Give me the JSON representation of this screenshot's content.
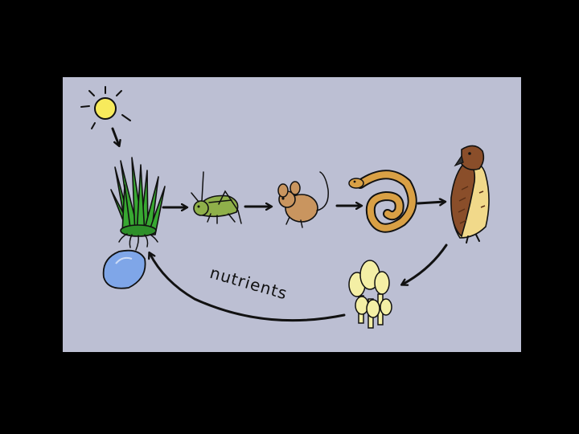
{
  "diagram": {
    "label_nutrients": "nutrients",
    "organisms": [
      {
        "id": "sun",
        "icon": "sun-icon"
      },
      {
        "id": "grass",
        "icon": "grass-icon"
      },
      {
        "id": "grasshopper",
        "icon": "grasshopper-icon"
      },
      {
        "id": "mouse",
        "icon": "mouse-icon"
      },
      {
        "id": "snake",
        "icon": "snake-icon"
      },
      {
        "id": "hawk",
        "icon": "hawk-icon"
      },
      {
        "id": "mushrooms",
        "icon": "mushroom-icon"
      },
      {
        "id": "water",
        "icon": "water-drop-icon"
      }
    ],
    "colors": {
      "background": "#000000",
      "panel": "#bcbfd3",
      "sun": "#f7ea5c",
      "grass": "#38a832",
      "grasshopper": "#8fb04a",
      "mouse": "#c9955f",
      "snake": "#d9a045",
      "hawk": "#8a4e2a",
      "mushroom": "#f4efa5",
      "water": "#7fa6e8",
      "ink": "#111111"
    }
  }
}
